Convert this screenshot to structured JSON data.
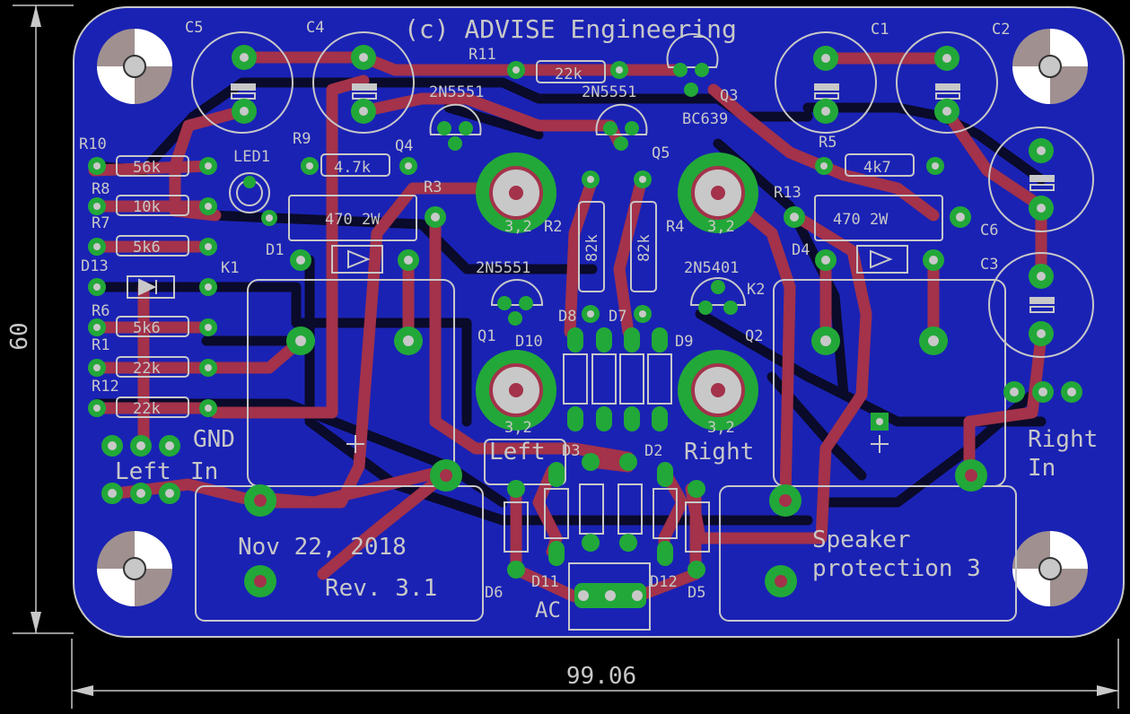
{
  "board": {
    "copyright": "(c) ADVISE Engineering",
    "title_line1": "Speaker",
    "title_line2": "protection 3",
    "date": "Nov 22, 2018",
    "revision": "Rev. 3.1",
    "labels": {
      "gnd": "GND",
      "left_in_1": "Left",
      "left_in_2": "In",
      "right_in_1": "Right",
      "right_in_2": "In",
      "left_out": "Left",
      "right_out": "Right",
      "ac": "AC"
    }
  },
  "dimensions": {
    "width": "99.06",
    "height": "60"
  },
  "components": {
    "c5": "C5",
    "c4": "C4",
    "c1": "C1",
    "c2": "C2",
    "c6": "C6",
    "c3": "C3",
    "r11": "R11",
    "r11_val": "22k",
    "r10": "R10",
    "r10_val": "56k",
    "r8": "R8",
    "r8_val": "10k",
    "r7": "R7",
    "r7_val": "5k6",
    "r6": "R6",
    "r6_val": "5k6",
    "r1": "R1",
    "r1_val": "22k",
    "r12": "R12",
    "r12_val": "22k",
    "r9": "R9",
    "r9_val": "4.7k",
    "r5": "R5",
    "r5_val": "4k7",
    "r3": "R3",
    "r3_val": "470 2W",
    "r13": "R13",
    "r13_val": "470 2W",
    "r2": "R2",
    "r2_val": "82k",
    "r4": "R4",
    "r4_val": "82k",
    "led1": "LED1",
    "q1": "Q1",
    "q2": "Q2",
    "q3": "Q3",
    "q4": "Q4",
    "q5": "Q5",
    "q_2n5551_a": "2N5551",
    "q_2n5551_b": "2N5551",
    "q_2n5551_c": "2N5551",
    "q_bc639": "BC639",
    "q_2n5401": "2N5401",
    "d1": "D1",
    "d2": "D2",
    "d3": "D3",
    "d4": "D4",
    "d5": "D5",
    "d6": "D6",
    "d7": "D7",
    "d8": "D8",
    "d9": "D9",
    "d10": "D10",
    "d11": "D11",
    "d12": "D12",
    "d13": "D13",
    "k1": "K1",
    "k2": "K2",
    "m1": "3,2",
    "m2": "3,2",
    "m3": "3,2",
    "m4": "3,2"
  },
  "colors": {
    "board": "#1a22b4",
    "background": "#000000",
    "silkscreen": "#c8c8c8",
    "top_copper": "#a3324a",
    "pad": "#22a838"
  }
}
